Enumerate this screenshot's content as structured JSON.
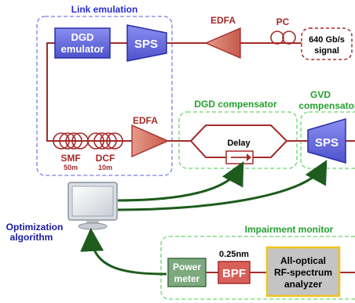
{
  "regions": {
    "link_emulation": "Link emulation",
    "dgd_compensator": "DGD compensator",
    "gvd_compensator_line1": "GVD",
    "gvd_compensator_line2": "compensator",
    "impairment_monitor": "Impairment monitor"
  },
  "blocks": {
    "dgd_emulator_line1": "DGD",
    "dgd_emulator_line2": "emulator",
    "sps_top": "SPS",
    "sps_right": "SPS",
    "delay": "Delay",
    "power_meter_line1": "Power",
    "power_meter_line2": "meter",
    "bpf": "BPF",
    "bpf_bandwidth": "0.25nm",
    "analyzer_line1": "All-optical",
    "analyzer_line2": "RF-spectrum",
    "analyzer_line3": "analyzer"
  },
  "components": {
    "edfa_top": "EDFA",
    "edfa_bottom": "EDFA",
    "pc": "PC",
    "smf": "SMF",
    "smf_length": "50m",
    "dcf": "DCF",
    "dcf_length": "10m"
  },
  "signal": {
    "line1": "640 Gb/s",
    "line2": "signal"
  },
  "optimization": {
    "line1": "Optimization",
    "line2": "algorithm"
  },
  "colors": {
    "fiber": "#a52a2a",
    "blue_box": "#6f73e6",
    "blue_stroke": "#2a2ea8",
    "blue_title": "#2b2bd6",
    "green_title": "#25a02f",
    "green_dash": "#6ed26e",
    "dark_green": "#1d5c1d",
    "power_fill": "#7ea87e",
    "bpf_fill": "#d8605a",
    "analyzer_fill": "#c4c4c4",
    "analyzer_stroke": "#f0c419"
  }
}
